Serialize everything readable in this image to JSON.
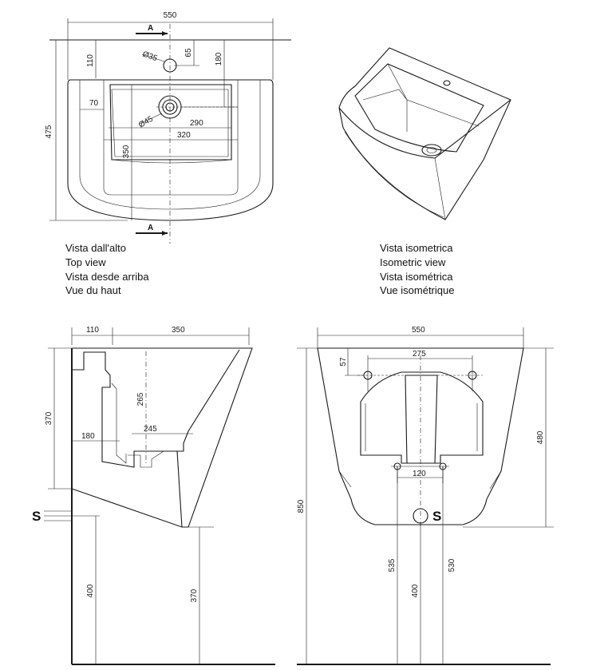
{
  "colors": {
    "line": "#1a1a1a",
    "background": "#ffffff"
  },
  "top_view": {
    "caption": [
      "Vista dall'alto",
      "Top view",
      "Vista desde arriba",
      "Vue du haut"
    ],
    "section_marker": "A",
    "dims": {
      "width": "550",
      "depth": "475",
      "back_depth": "110",
      "tap_offset": "65",
      "tap_to_drain": "180",
      "tap_hole": "Ø35",
      "drain_hole": "Ø45",
      "rim": "70",
      "inner_width": "290",
      "bowl_width": "320",
      "bowl_depth": "350"
    }
  },
  "iso_view": {
    "caption": [
      "Vista isometrica",
      "Isometric view",
      "Vista isométrica",
      "Vue isométrique"
    ]
  },
  "side_view": {
    "dims": {
      "back": "110",
      "depth": "350",
      "height": "370",
      "inner_h": "265",
      "inner_w": "245",
      "outlet": "180",
      "floor_to_s": "400",
      "floor_to_bottom": "370"
    },
    "s_label": "S"
  },
  "front_view": {
    "dims": {
      "width": "550",
      "fix_spacing": "275",
      "fix_offset": "57",
      "height": "480",
      "total": "850",
      "low_fix": "120",
      "h535": "535",
      "s_height": "400",
      "h530": "530"
    },
    "s_label": "S"
  }
}
